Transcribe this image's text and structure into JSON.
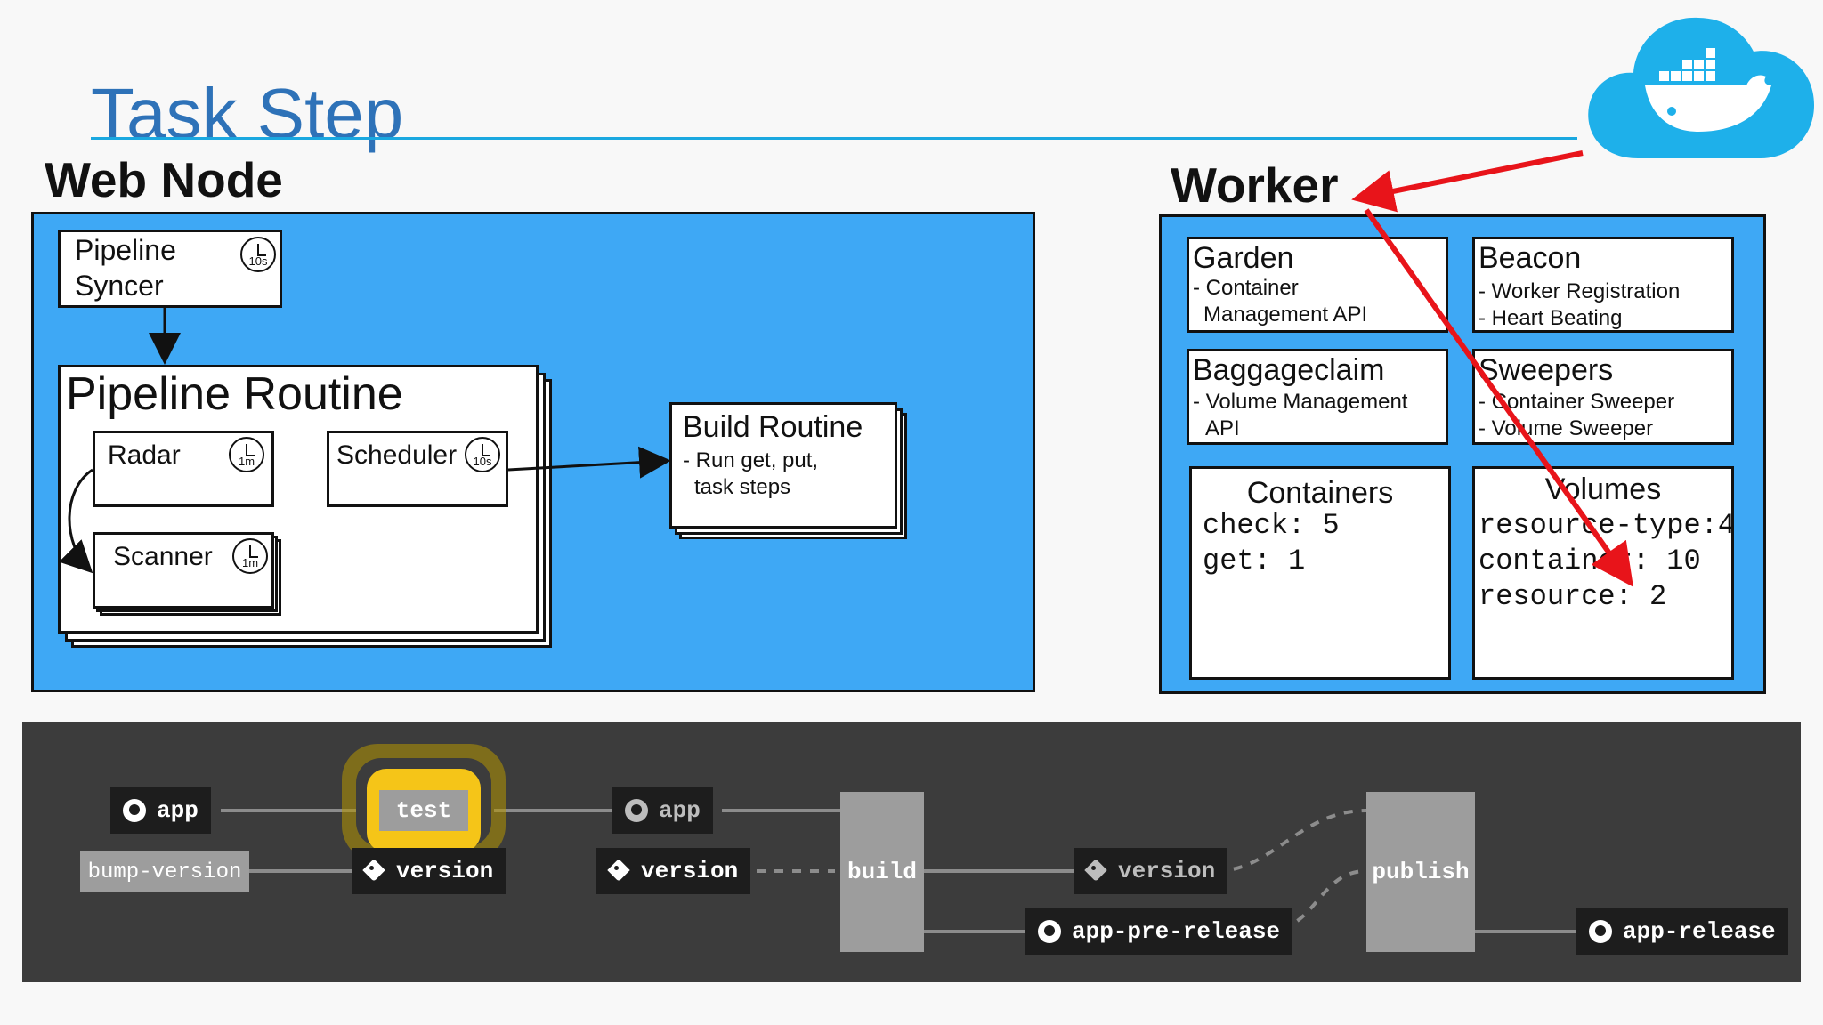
{
  "title": "Task Step",
  "web_node": {
    "heading": "Web Node",
    "pipeline_syncer": {
      "label_line1": "Pipeline",
      "label_line2": "Syncer",
      "clock": "10s"
    },
    "pipeline_routine": {
      "heading": "Pipeline Routine",
      "radar": {
        "label": "Radar",
        "clock": "1m"
      },
      "scheduler": {
        "label": "Scheduler",
        "clock": "10s"
      },
      "scanner": {
        "label": "Scanner",
        "clock": "1m"
      }
    },
    "build_routine": {
      "heading": "Build Routine",
      "line1": "- Run get, put,",
      "line2": "task steps"
    }
  },
  "worker": {
    "heading": "Worker",
    "garden": {
      "heading": "Garden",
      "line1": "- Container",
      "line2": "Management API"
    },
    "beacon": {
      "heading": "Beacon",
      "line1": "- Worker Registration",
      "line2": "- Heart Beating"
    },
    "baggageclaim": {
      "heading": "Baggageclaim",
      "line1": "- Volume Management",
      "line2": "API"
    },
    "sweepers": {
      "heading": "Sweepers",
      "line1": "- Container Sweeper",
      "line2": "- Volume Sweeper"
    },
    "containers": {
      "heading": "Containers",
      "line1": "check: 5",
      "line2": "get: 1"
    },
    "volumes": {
      "heading": "Volumes",
      "line1": "resource-type:4",
      "line2": "container: 10",
      "line3": "resource: 2"
    }
  },
  "pipeline_ui": {
    "app_1": "app",
    "bump_version": "bump-version",
    "test": "test",
    "version_1": "version",
    "app_2": "app",
    "version_2": "version",
    "build": "build",
    "version_3": "version",
    "app_pre_release": "app-pre-release",
    "publish": "publish",
    "app_release": "app-release",
    "colors": {
      "running": "#f5c518",
      "background": "#3c3c3c",
      "resource": "#1d1d1d",
      "job": "#9d9d9d"
    }
  },
  "colors": {
    "panel": "#3ea8f5",
    "title": "#2e72b8",
    "arrow": "#e8141a",
    "cloud": "#1eb0ea"
  },
  "icons": [
    "clock-icon",
    "github-icon",
    "tag-icon",
    "docker-cloud-icon"
  ]
}
